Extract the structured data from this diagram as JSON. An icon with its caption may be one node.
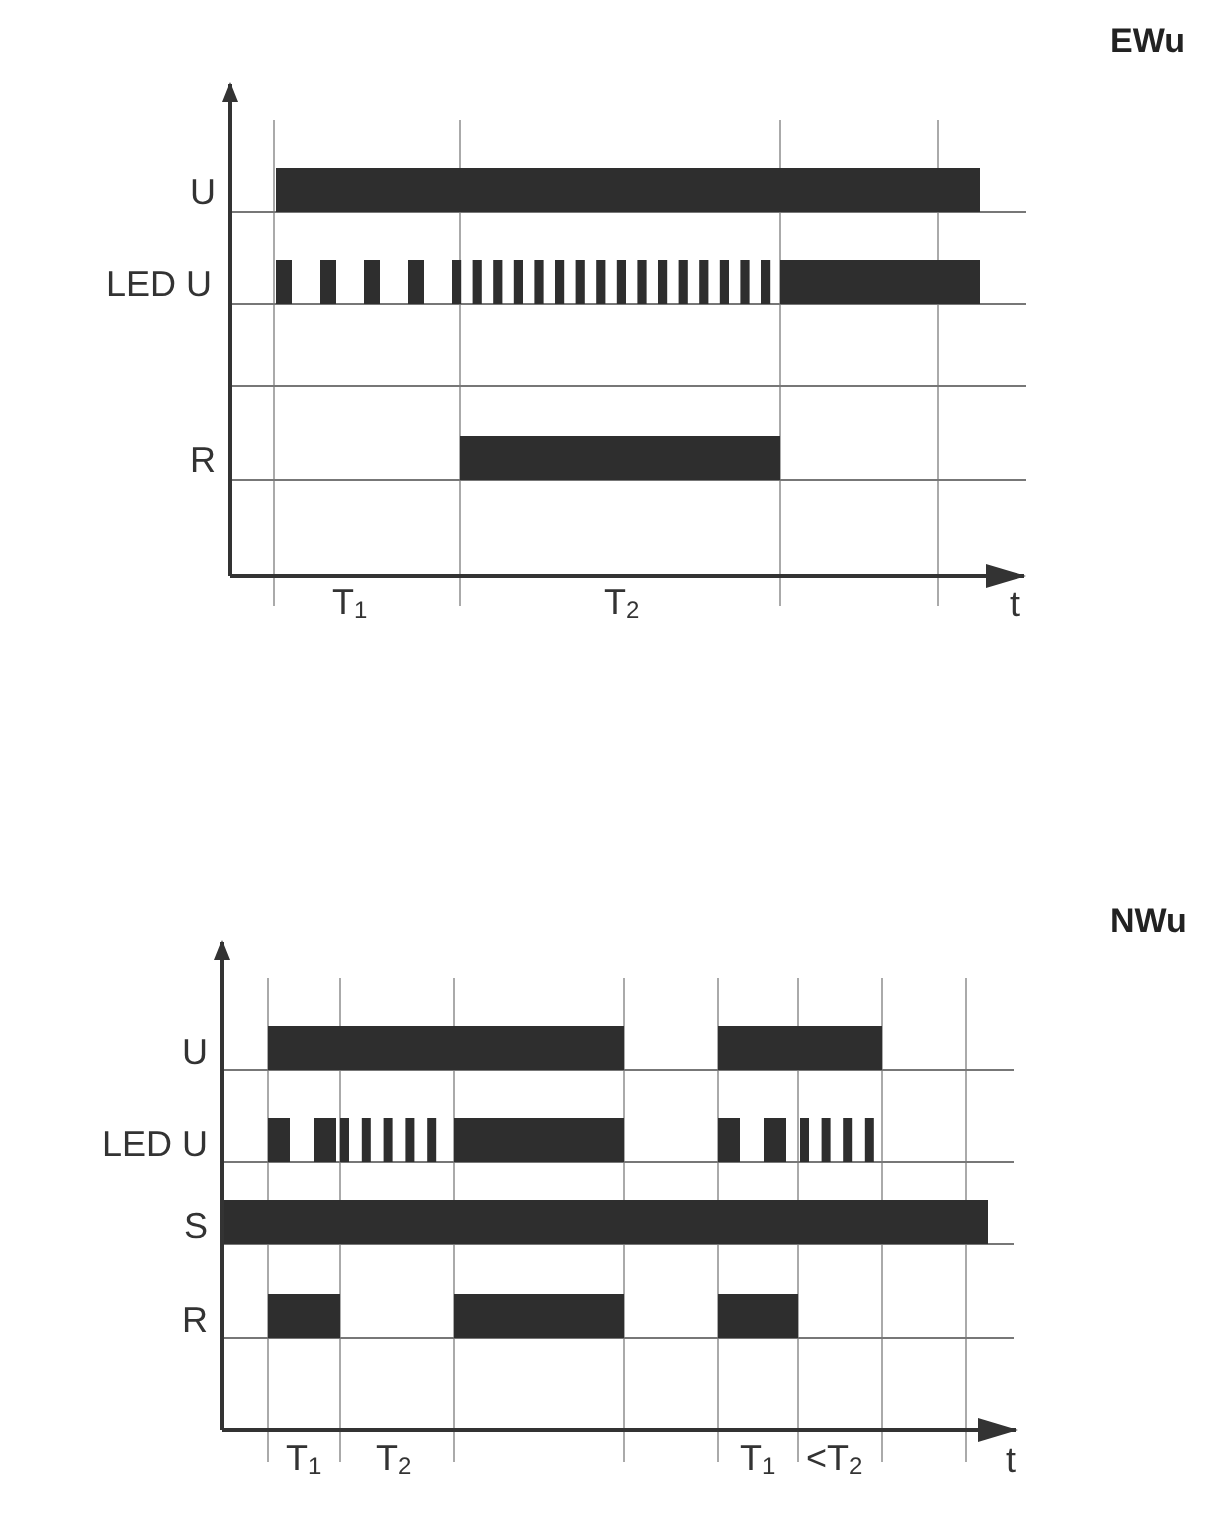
{
  "diagram": {
    "labels": [
      "EWu",
      "U",
      "LED U",
      "R",
      "T$_{1}$",
      "T$_{2}$",
      "t",
      "NWu",
      "U",
      "LED U",
      "S",
      "R",
      "T$_{1}$",
      "T$_{2}$",
      "T$_{1}$",
      "<T$_{2}$",
      "t"
    ]
  }
}
